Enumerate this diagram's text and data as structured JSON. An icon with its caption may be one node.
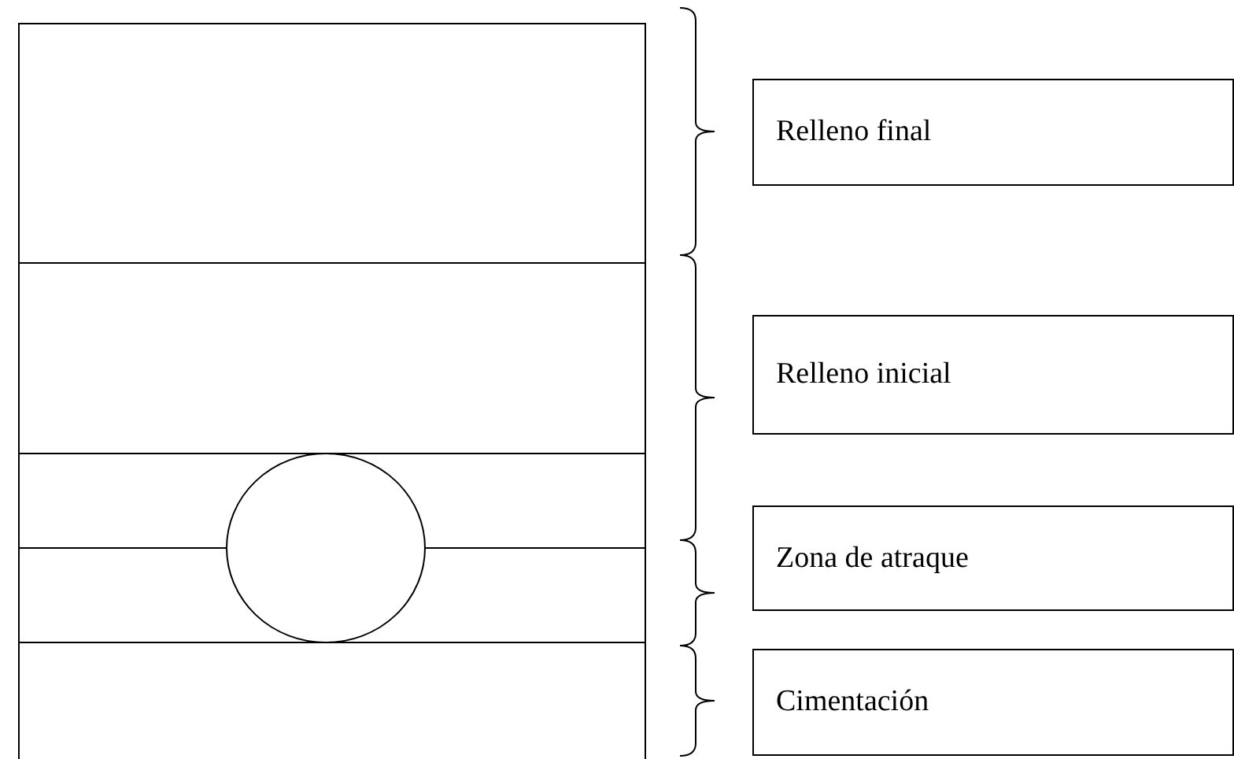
{
  "diagram": {
    "nodes": [
      {
        "text": [
          "Relleno final"
        ]
      },
      {
        "text": [
          "Relleno inicial"
        ]
      },
      {
        "text": [
          "Zona de atraque"
        ]
      },
      {
        "text": [
          "Cimentación"
        ]
      }
    ]
  }
}
